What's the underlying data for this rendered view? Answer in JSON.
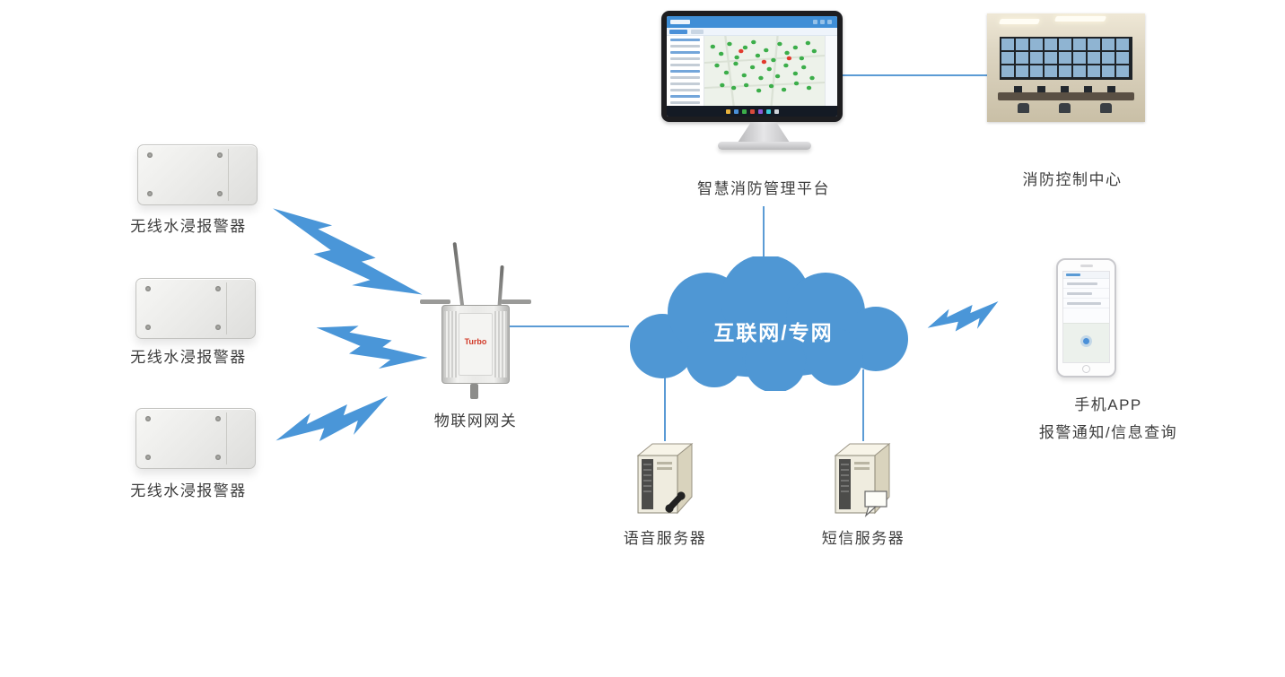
{
  "nodes": {
    "sensor1": {
      "label": "无线水浸报警器"
    },
    "sensor2": {
      "label": "无线水浸报警器"
    },
    "sensor3": {
      "label": "无线水浸报警器"
    },
    "gateway": {
      "label": "物联网网关",
      "brand": "Turbo"
    },
    "cloud": {
      "label": "互联网/专网"
    },
    "platform": {
      "label": "智慧消防管理平台"
    },
    "control_center": {
      "label": "消防控制中心"
    },
    "voice_server": {
      "label": "语音服务器"
    },
    "sms_server": {
      "label": "短信服务器"
    },
    "mobile_app": {
      "label": "手机APP",
      "sublabel": "报警通知/信息查询"
    }
  },
  "colors": {
    "cloud_fill": "#4f97d4",
    "connector_line": "#5b9bd5",
    "lightning": "#4a96d8",
    "label_text": "#3d3d3d",
    "marker_green": "#3cae4a",
    "marker_red": "#e23b2e"
  }
}
